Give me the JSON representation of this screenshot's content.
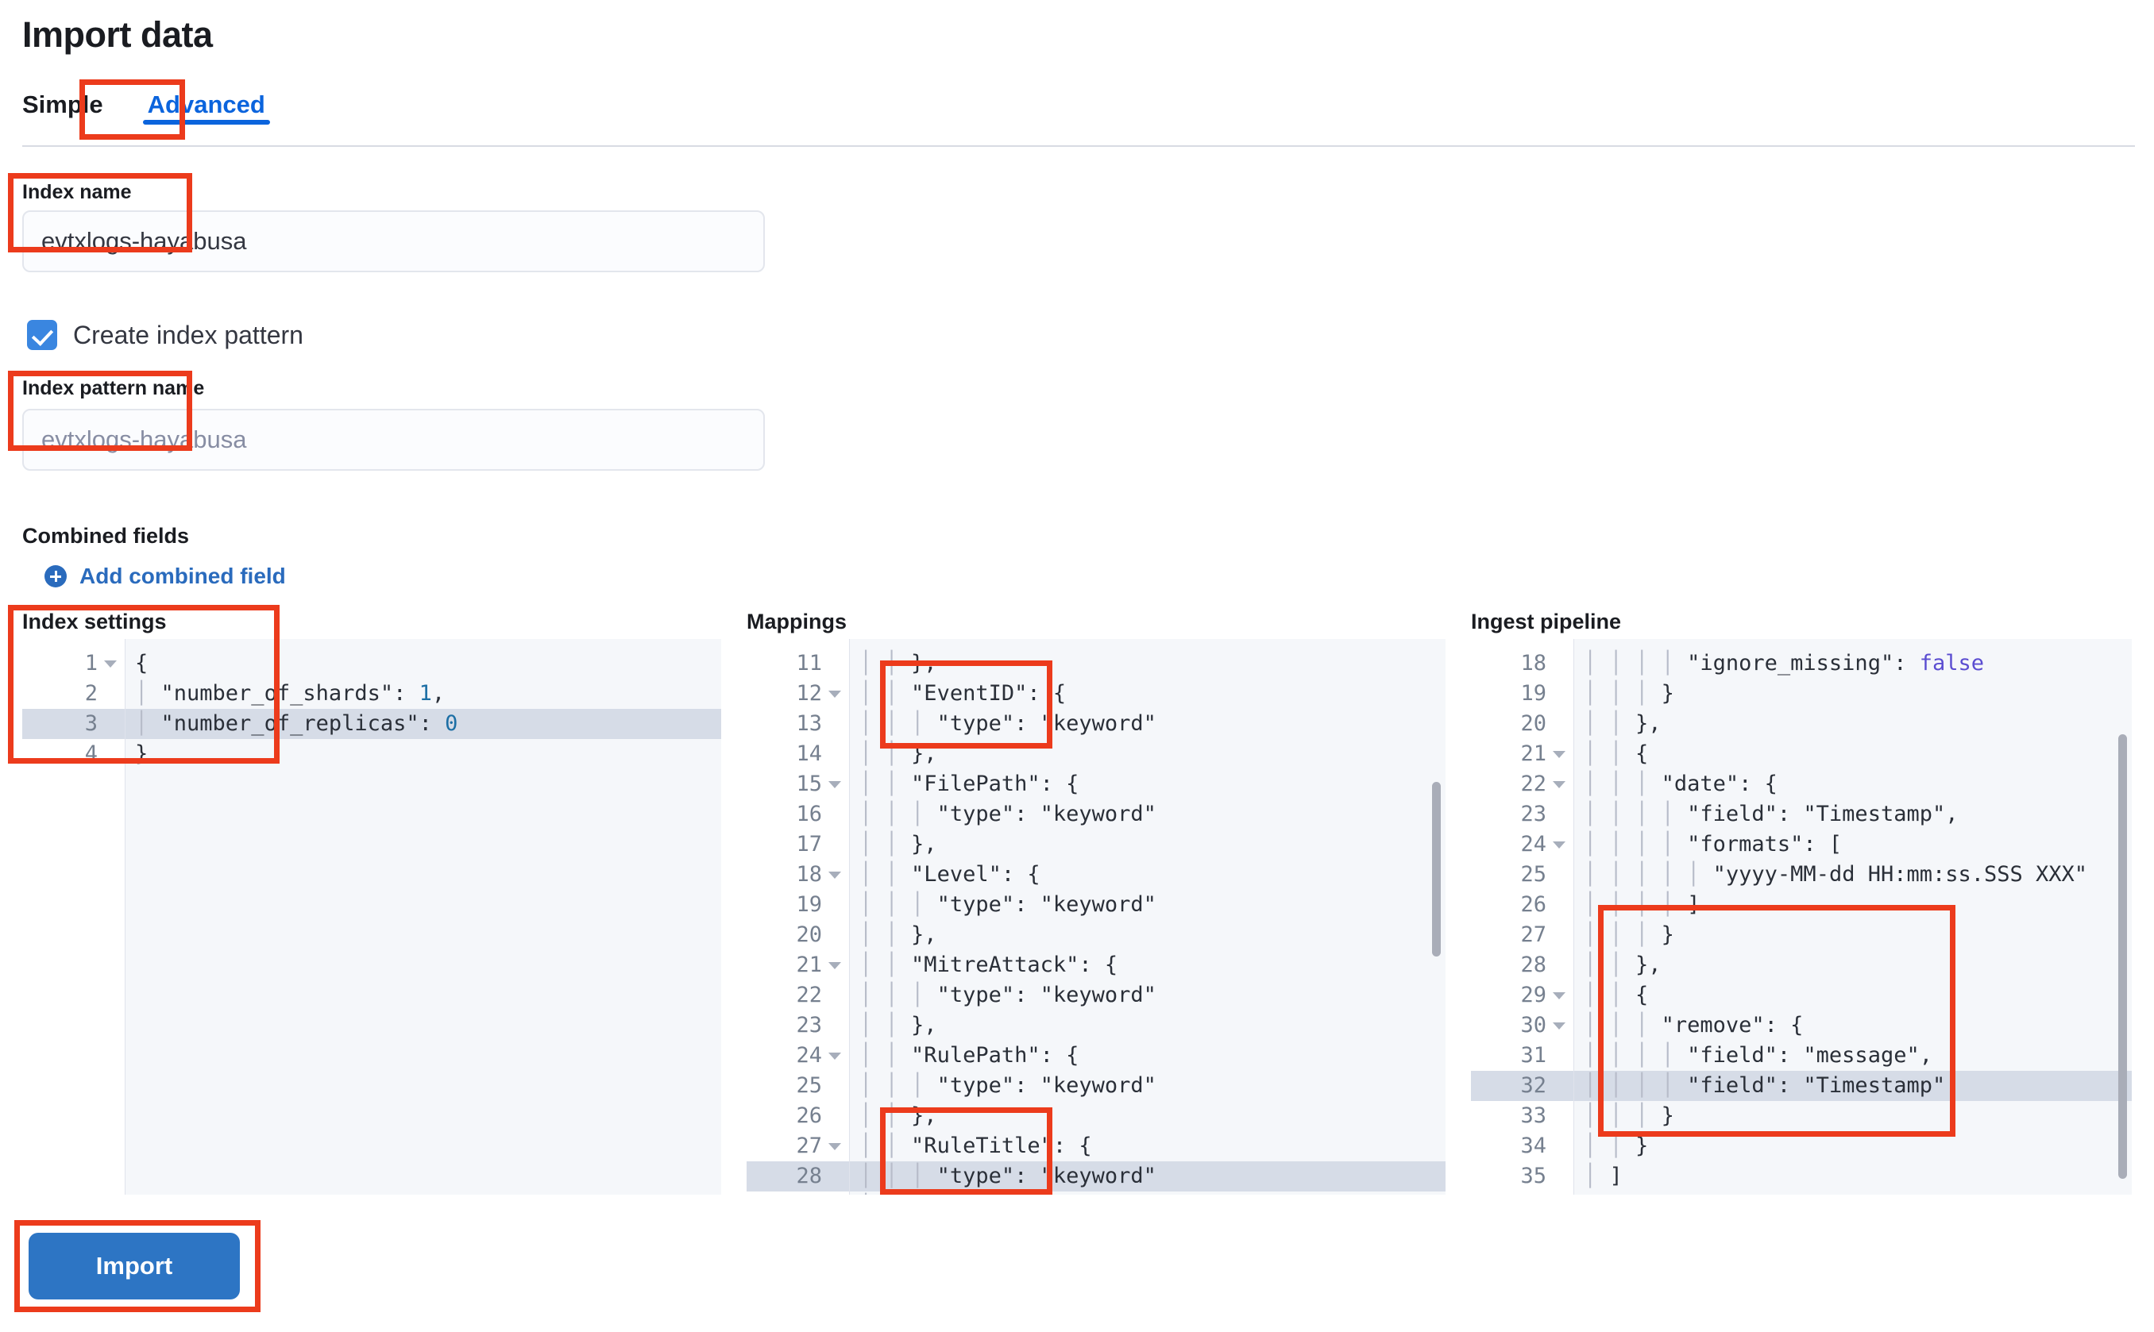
{
  "header": {
    "title": "Import data"
  },
  "tabs": [
    {
      "label": "Simple",
      "active": false
    },
    {
      "label": "Advanced",
      "active": true
    }
  ],
  "form": {
    "index_name_label": "Index name",
    "index_name_value": "evtxlogs-hayabusa",
    "create_index_pattern_label": "Create index pattern",
    "create_index_pattern_checked": true,
    "index_pattern_label": "Index pattern name",
    "index_pattern_placeholder": "evtxlogs-hayabusa",
    "combined_fields_label": "Combined fields",
    "add_combined_field_label": "Add combined field"
  },
  "editors": {
    "index_settings": {
      "title": "Index settings",
      "first_line": 1,
      "highlight_line": 3,
      "fold_lines": [
        1
      ],
      "scrollbar": false,
      "lines": [
        "{",
        "  \"number_of_shards\": 1,",
        "  \"number_of_replicas\": 0",
        "}"
      ]
    },
    "mappings": {
      "title": "Mappings",
      "first_line": 11,
      "highlight_line": 28,
      "fold_lines": [
        12,
        15,
        18,
        21,
        24,
        27
      ],
      "scrollbar": true,
      "lines": [
        "    },",
        "    \"EventID\": {",
        "      \"type\": \"keyword\"",
        "    },",
        "    \"FilePath\": {",
        "      \"type\": \"keyword\"",
        "    },",
        "    \"Level\": {",
        "      \"type\": \"keyword\"",
        "    },",
        "    \"MitreAttack\": {",
        "      \"type\": \"keyword\"",
        "    },",
        "    \"RulePath\": {",
        "      \"type\": \"keyword\"",
        "    },",
        "    \"RuleTitle\": {",
        "      \"type\": \"keyword\"",
        "    },"
      ]
    },
    "ingest_pipeline": {
      "title": "Ingest pipeline",
      "first_line": 18,
      "highlight_line": 32,
      "fold_lines": [
        21,
        22,
        24,
        29,
        30
      ],
      "scrollbar": true,
      "lines": [
        "        \"ignore_missing\": false",
        "      }",
        "    },",
        "    {",
        "      \"date\": {",
        "        \"field\": \"Timestamp\",",
        "        \"formats\": [",
        "          \"yyyy-MM-dd HH:mm:ss.SSS XXX\"",
        "        ]",
        "      }",
        "    },",
        "    {",
        "      \"remove\": {",
        "        \"field\": \"message\",",
        "        \"field\": \"Timestamp\"",
        "      }",
        "    }",
        "  ]",
        "}"
      ]
    }
  },
  "actions": {
    "import_label": "Import"
  },
  "colors": {
    "accent_blue": "#0b64dd",
    "button_blue": "#2d75c4",
    "annotation_red": "#ec3b1c",
    "string_green": "#157a3a",
    "key_blue": "#2a7fa8",
    "boolean_purple": "#5b4dd1"
  }
}
